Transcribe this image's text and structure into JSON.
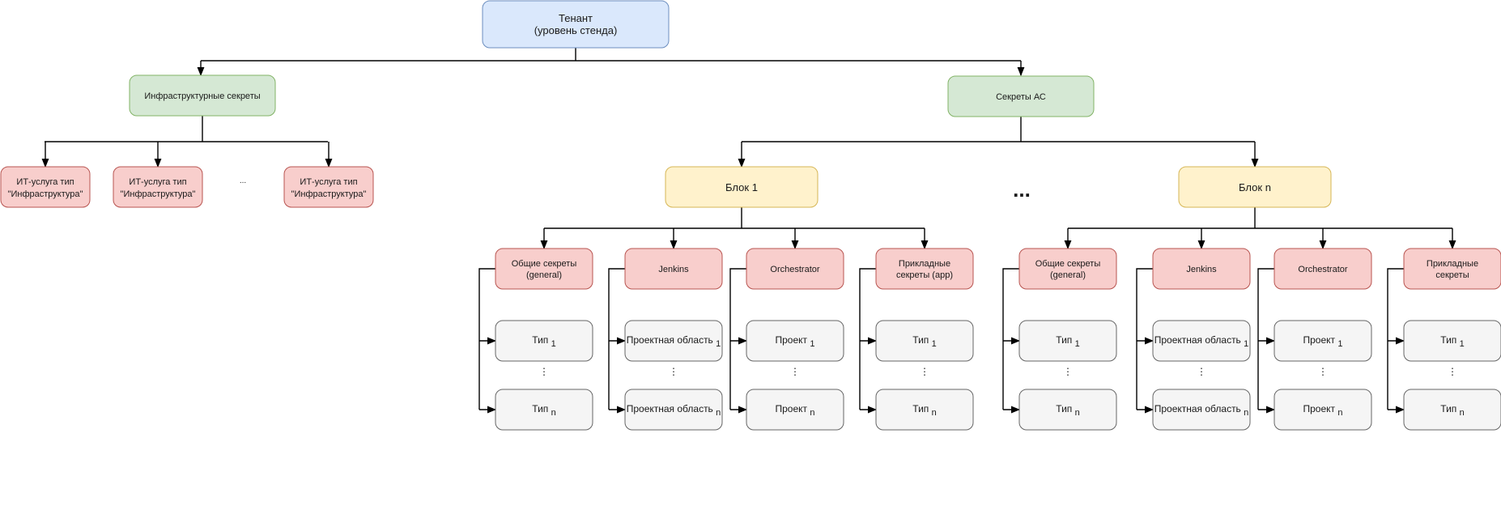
{
  "colors": {
    "blue_fill": "#dae8fc",
    "blue_stroke": "#6c8ebf",
    "green_fill": "#d5e8d4",
    "green_stroke": "#82b366",
    "yellow_fill": "#fff2cc",
    "yellow_stroke": "#d6b656",
    "red_fill": "#f8cecc",
    "red_stroke": "#b85450",
    "grey_fill": "#f5f5f5",
    "grey_stroke": "#666666",
    "edge": "#000000"
  },
  "tenant": {
    "line1": "Тенант",
    "line2": "(уровень стенда)"
  },
  "infra": {
    "label": "Инфраструктурные секреты",
    "service_line1": "ИТ-услуга тип",
    "service_line2": "\"Инфраструктура\"",
    "ellipsis": "..."
  },
  "as_secrets": {
    "label": "Секреты АС"
  },
  "blocks_ellipsis": "...",
  "vdots": "⋮",
  "blocks": [
    {
      "label": "Блок 1",
      "columns": [
        {
          "label": [
            "Общие секреты",
            "(general)"
          ],
          "item_base": "Тип",
          "first_sub": "1",
          "last_sub": "n"
        },
        {
          "label": [
            "Jenkins"
          ],
          "item_base": "Проектная область",
          "first_sub": "1",
          "last_sub": "n"
        },
        {
          "label": [
            "Orchestrator"
          ],
          "item_base": "Проект",
          "first_sub": "1",
          "last_sub": "n"
        },
        {
          "label": [
            "Прикладные",
            "секреты (app)"
          ],
          "item_base": "Тип",
          "first_sub": "1",
          "last_sub": "n"
        }
      ]
    },
    {
      "label": "Блок n",
      "columns": [
        {
          "label": [
            "Общие секреты",
            "(general)"
          ],
          "item_base": "Тип",
          "first_sub": "1",
          "last_sub": "n"
        },
        {
          "label": [
            "Jenkins"
          ],
          "item_base": "Проектная область",
          "first_sub": "1",
          "last_sub": "n"
        },
        {
          "label": [
            "Orchestrator"
          ],
          "item_base": "Проект",
          "first_sub": "1",
          "last_sub": "n"
        },
        {
          "label": [
            "Прикладные",
            "секреты"
          ],
          "item_base": "Тип",
          "first_sub": "1",
          "last_sub": "n"
        }
      ]
    }
  ]
}
